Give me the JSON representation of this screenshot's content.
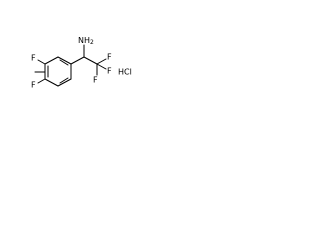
{
  "molecule": {
    "atoms": {
      "amine": "NH",
      "amine_sub": "2",
      "fluorine_top_right": "F",
      "fluorine_right": "F",
      "fluorine_bottom_right": "F",
      "fluorine_ring_top": "F",
      "fluorine_ring_bottom": "F",
      "salt": "HCl"
    }
  }
}
